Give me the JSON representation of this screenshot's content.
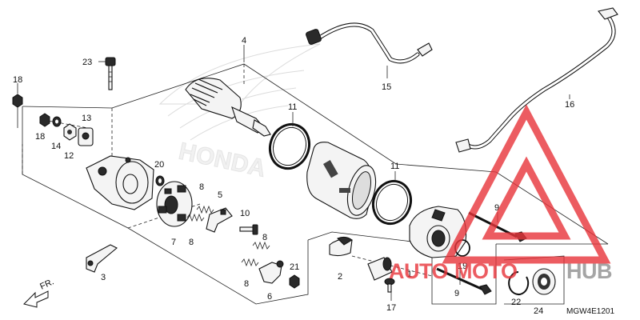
{
  "diagram": {
    "code": "MGW4E1201",
    "direction_label": "FR.",
    "callouts": {
      "c1": "1",
      "c2": "2",
      "c3": "3",
      "c4": "4",
      "c5": "5",
      "c6": "6",
      "c7": "7",
      "c8a": "8",
      "c8b": "8",
      "c8c": "8",
      "c8d": "8",
      "c9a": "9",
      "c9b": "9",
      "c10": "10",
      "c11a": "11",
      "c11b": "11",
      "c12": "12",
      "c13": "13",
      "c14": "14",
      "c15": "15",
      "c16": "16",
      "c17": "17",
      "c18a": "18",
      "c18b": "18",
      "c19": "19",
      "c20": "20",
      "c21": "21",
      "c22": "22",
      "c23": "23",
      "c24": "24"
    }
  },
  "watermark": {
    "word_auto": "AUTO",
    "word_moto": "MOTO",
    "word_hub": "HUB",
    "color": "#e8343a"
  }
}
